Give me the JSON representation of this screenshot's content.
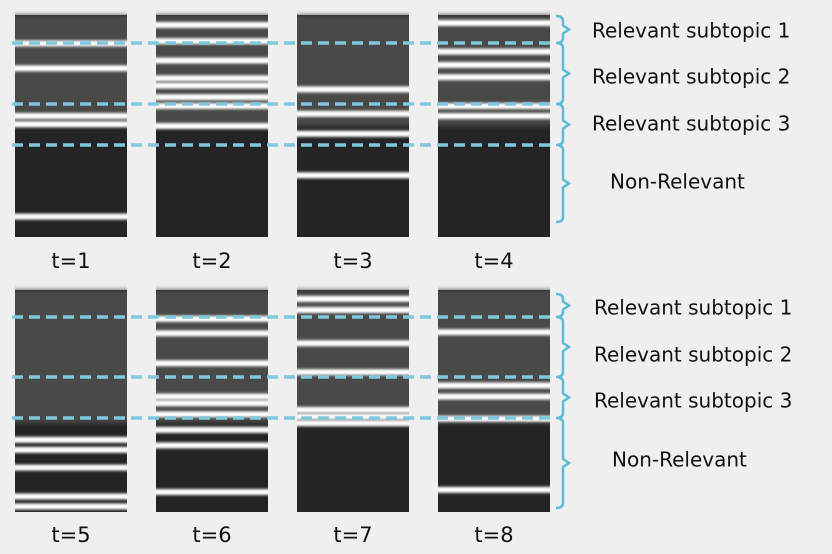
{
  "colors": {
    "background": "#efefef",
    "panel_dark": "#242424",
    "panel_gray": "#4a4846",
    "stripe": "#ffffff",
    "divider": "#7fc8df",
    "bracket": "#5bbcd8"
  },
  "rows": [
    {
      "panels": [
        {
          "label": "t=1",
          "gray_from": 0.0,
          "gray_to": 0.5,
          "stripes": [
            0.128,
            0.24,
            0.455,
            0.492,
            0.908
          ]
        },
        {
          "label": "t=2",
          "gray_from": 0.0,
          "gray_to": 0.5,
          "stripes": [
            0.045,
            0.118,
            0.205,
            0.285,
            0.318,
            0.37,
            0.41,
            0.5
          ]
        },
        {
          "label": "t=3",
          "gray_from": 0.0,
          "gray_to": 0.5,
          "stripes": [
            0.335,
            0.445,
            0.535,
            0.722
          ]
        },
        {
          "label": "t=4",
          "gray_from": 0.0,
          "gray_to": 0.5,
          "stripes": [
            0.036,
            0.165,
            0.225,
            0.28,
            0.41,
            0.455
          ]
        }
      ],
      "subtopics": [
        {
          "label": "Relevant subtopic 1"
        },
        {
          "label": "Relevant subtopic 2"
        },
        {
          "label": "Relevant subtopic 3"
        },
        {
          "label": "Non-Relevant"
        }
      ]
    },
    {
      "panels": [
        {
          "label": "t=5",
          "gray_from": 0.0,
          "gray_to": 0.6,
          "stripes": [
            0.675,
            0.72,
            0.8,
            0.93,
            0.975
          ]
        },
        {
          "label": "t=6",
          "gray_from": 0.0,
          "gray_to": 0.6,
          "stripes": [
            0.13,
            0.195,
            0.33,
            0.48,
            0.51,
            0.56,
            0.63,
            0.7,
            0.91
          ]
        },
        {
          "label": "t=7",
          "gray_from": 0.0,
          "gray_to": 0.6,
          "stripes": [
            0.04,
            0.09,
            0.24,
            0.37,
            0.54,
            0.57,
            0.6
          ]
        },
        {
          "label": "t=8",
          "gray_from": 0.0,
          "gray_to": 0.6,
          "stripes": [
            0.19,
            0.43,
            0.48,
            0.58,
            0.9
          ]
        }
      ],
      "subtopics": [
        {
          "label": "Relevant subtopic 1"
        },
        {
          "label": "Relevant subtopic 2"
        },
        {
          "label": "Relevant subtopic 3"
        },
        {
          "label": "Non-Relevant"
        }
      ]
    }
  ]
}
